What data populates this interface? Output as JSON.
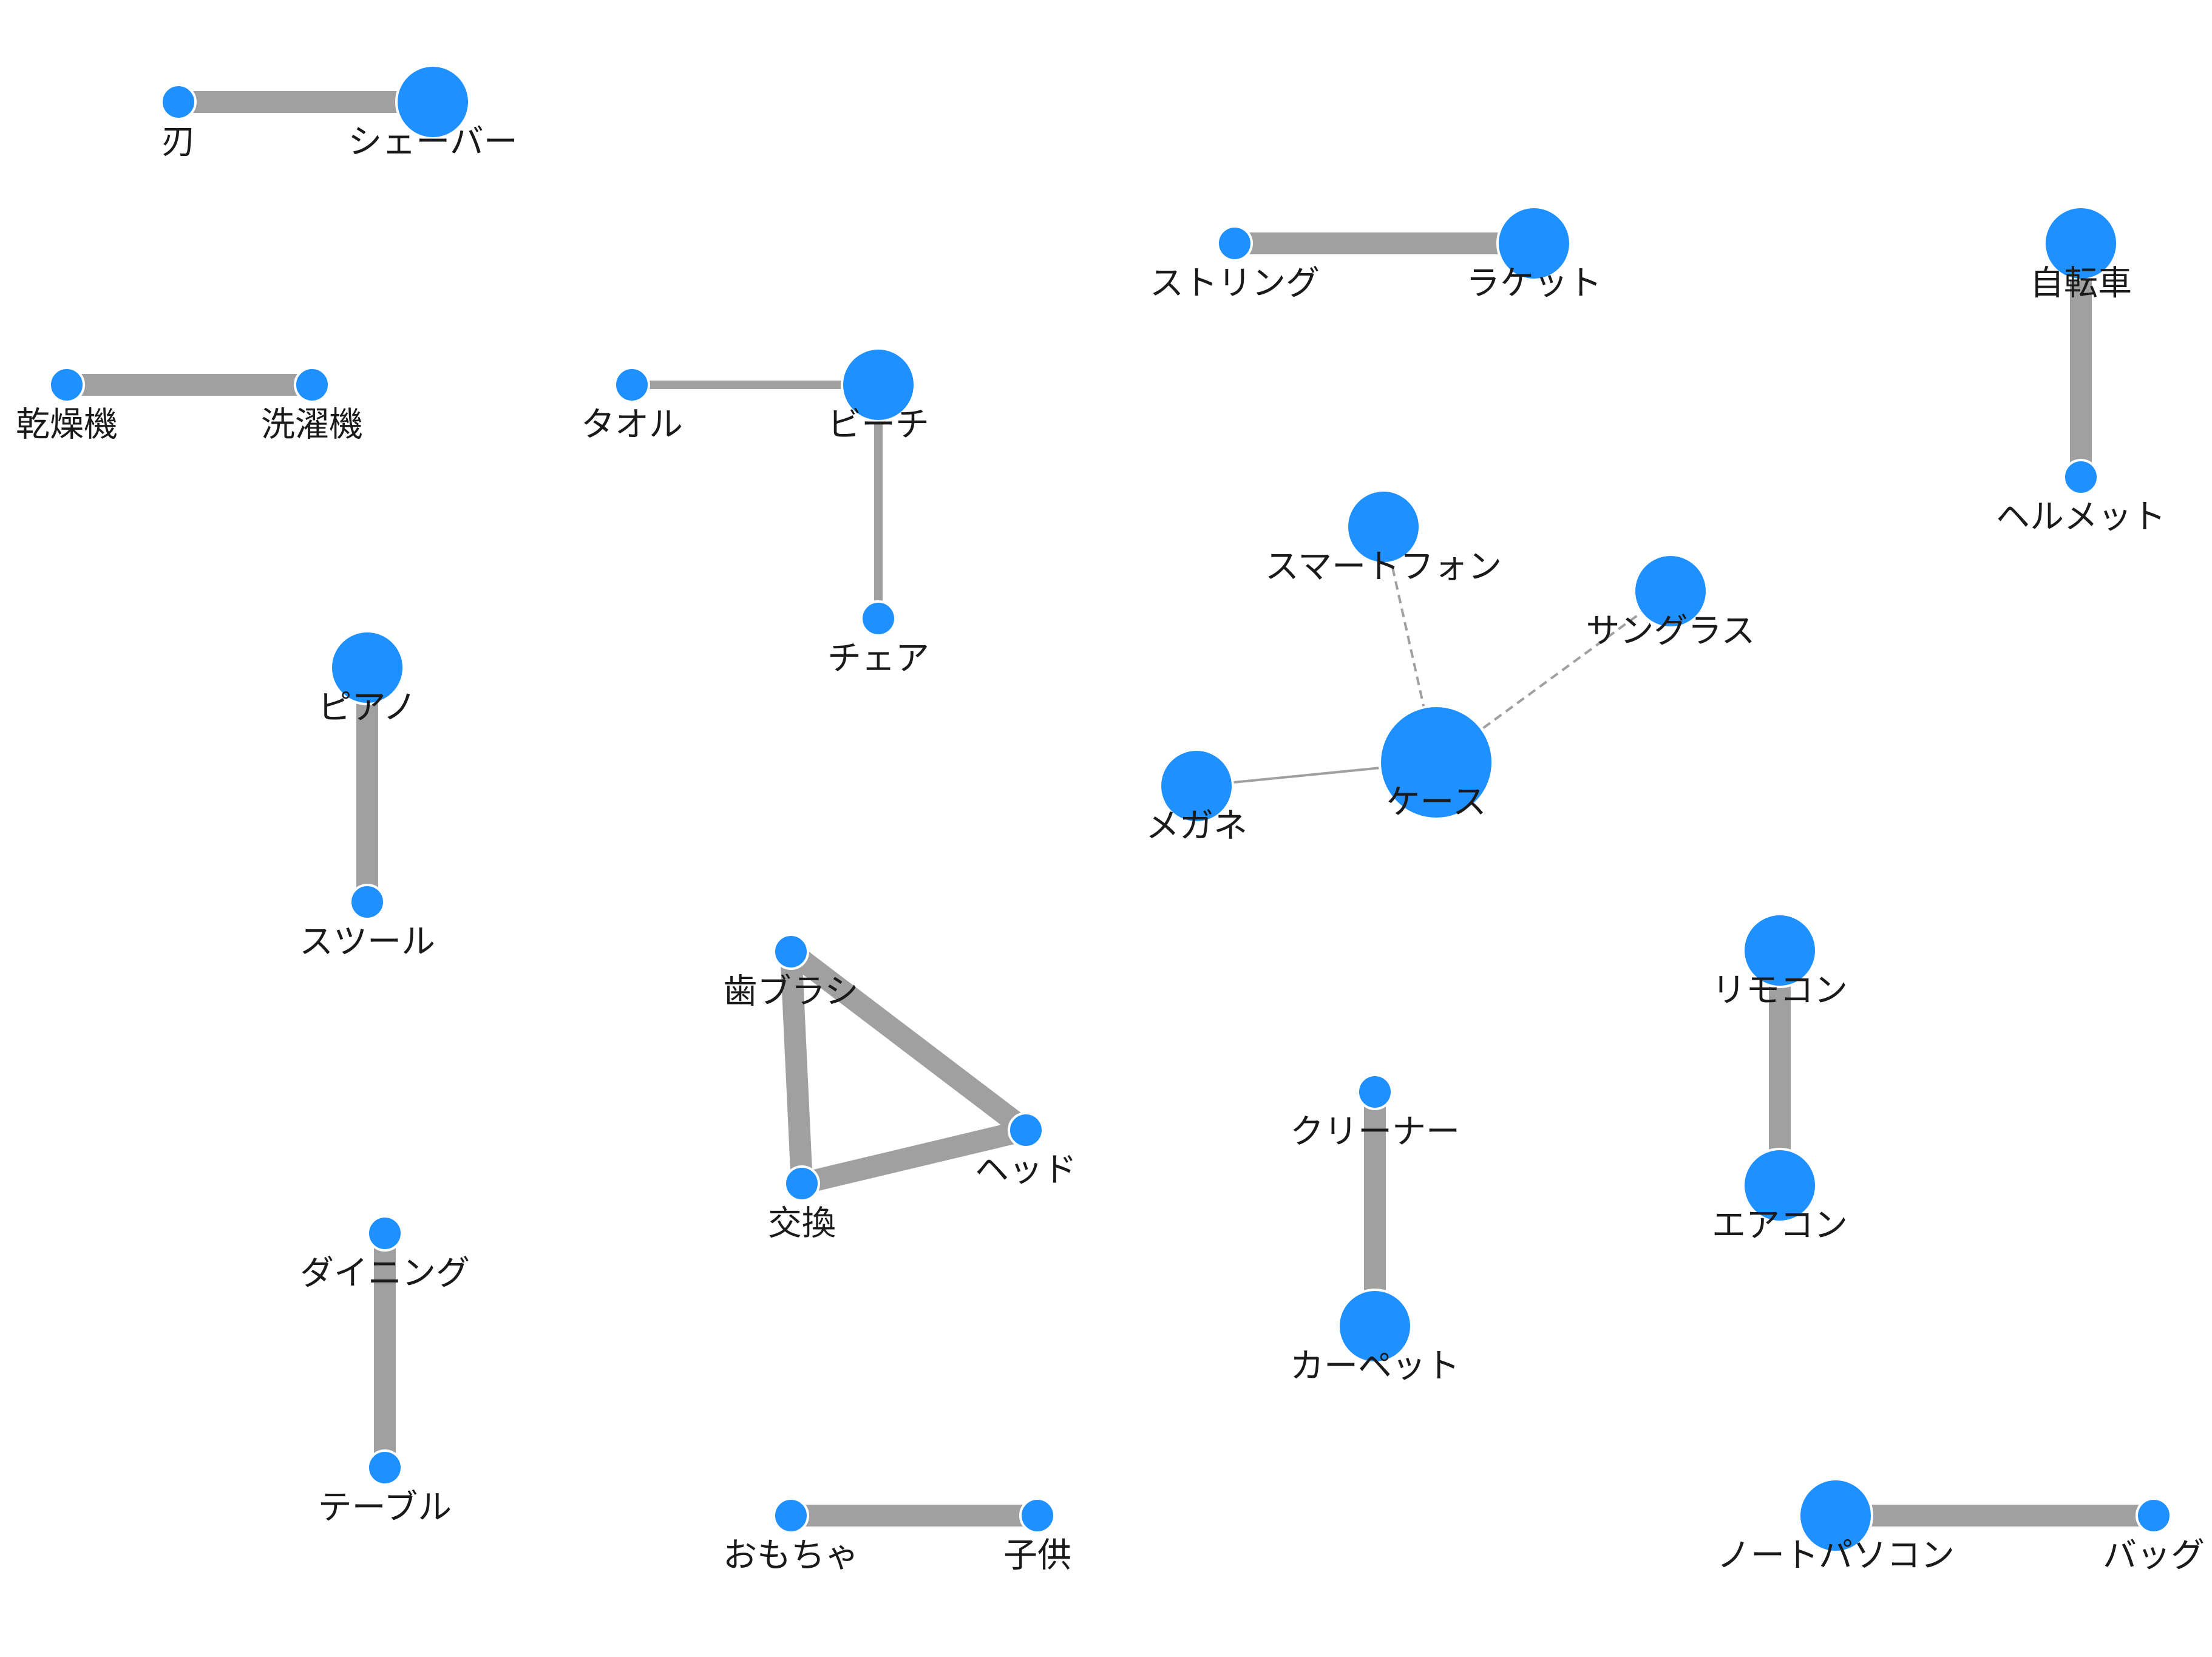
{
  "graph": {
    "colors": {
      "node": "#1e90ff",
      "node_stroke": "#ffffff",
      "edge": "#a0a0a0"
    },
    "nodes": [
      {
        "id": "blade",
        "label": "刃",
        "size": "small"
      },
      {
        "id": "shaver",
        "label": "シェーバー",
        "size": "large"
      },
      {
        "id": "string",
        "label": "ストリング",
        "size": "small"
      },
      {
        "id": "racket",
        "label": "ラケット",
        "size": "large"
      },
      {
        "id": "bicycle",
        "label": "自転車",
        "size": "large"
      },
      {
        "id": "helmet",
        "label": "ヘルメット",
        "size": "small"
      },
      {
        "id": "dryer",
        "label": "乾燥機",
        "size": "small"
      },
      {
        "id": "washer",
        "label": "洗濯機",
        "size": "small"
      },
      {
        "id": "towel",
        "label": "タオル",
        "size": "small"
      },
      {
        "id": "beach",
        "label": "ビーチ",
        "size": "large"
      },
      {
        "id": "chair",
        "label": "チェア",
        "size": "small"
      },
      {
        "id": "smartphone",
        "label": "スマートフォン",
        "size": "large"
      },
      {
        "id": "sunglasses",
        "label": "サングラス",
        "size": "large"
      },
      {
        "id": "case",
        "label": "ケース",
        "size": "xlarge"
      },
      {
        "id": "glasses",
        "label": "メガネ",
        "size": "large"
      },
      {
        "id": "piano",
        "label": "ピアノ",
        "size": "large"
      },
      {
        "id": "stool",
        "label": "スツール",
        "size": "small"
      },
      {
        "id": "toothbrush",
        "label": "歯ブラシ",
        "size": "small"
      },
      {
        "id": "head",
        "label": "ヘッド",
        "size": "small"
      },
      {
        "id": "replace",
        "label": "交換",
        "size": "small"
      },
      {
        "id": "remote",
        "label": "リモコン",
        "size": "large"
      },
      {
        "id": "aircon",
        "label": "エアコン",
        "size": "large"
      },
      {
        "id": "cleaner",
        "label": "クリーナー",
        "size": "small"
      },
      {
        "id": "carpet",
        "label": "カーペット",
        "size": "large"
      },
      {
        "id": "dining",
        "label": "ダイニング",
        "size": "small"
      },
      {
        "id": "table",
        "label": "テーブル",
        "size": "small"
      },
      {
        "id": "toy",
        "label": "おもちゃ",
        "size": "small"
      },
      {
        "id": "child",
        "label": "子供",
        "size": "small"
      },
      {
        "id": "laptop",
        "label": "ノートパソコン",
        "size": "large"
      },
      {
        "id": "bag",
        "label": "バッグ",
        "size": "small"
      }
    ],
    "edges": [
      {
        "source": "blade",
        "target": "shaver",
        "weight": "heavy",
        "style": "solid"
      },
      {
        "source": "string",
        "target": "racket",
        "weight": "heavy",
        "style": "solid"
      },
      {
        "source": "bicycle",
        "target": "helmet",
        "weight": "heavy",
        "style": "solid"
      },
      {
        "source": "dryer",
        "target": "washer",
        "weight": "heavy",
        "style": "solid"
      },
      {
        "source": "towel",
        "target": "beach",
        "weight": "light",
        "style": "solid"
      },
      {
        "source": "beach",
        "target": "chair",
        "weight": "light",
        "style": "solid"
      },
      {
        "source": "smartphone",
        "target": "case",
        "weight": "thin",
        "style": "dashed"
      },
      {
        "source": "sunglasses",
        "target": "case",
        "weight": "thin",
        "style": "dashed"
      },
      {
        "source": "glasses",
        "target": "case",
        "weight": "thin",
        "style": "solid"
      },
      {
        "source": "piano",
        "target": "stool",
        "weight": "heavy",
        "style": "solid"
      },
      {
        "source": "toothbrush",
        "target": "head",
        "weight": "heavy",
        "style": "solid"
      },
      {
        "source": "toothbrush",
        "target": "replace",
        "weight": "heavy",
        "style": "solid"
      },
      {
        "source": "replace",
        "target": "head",
        "weight": "heavy",
        "style": "solid"
      },
      {
        "source": "remote",
        "target": "aircon",
        "weight": "heavy",
        "style": "solid"
      },
      {
        "source": "cleaner",
        "target": "carpet",
        "weight": "heavy",
        "style": "solid"
      },
      {
        "source": "dining",
        "target": "table",
        "weight": "heavy",
        "style": "solid"
      },
      {
        "source": "toy",
        "target": "child",
        "weight": "heavy",
        "style": "solid"
      },
      {
        "source": "laptop",
        "target": "bag",
        "weight": "heavy",
        "style": "solid"
      }
    ]
  }
}
